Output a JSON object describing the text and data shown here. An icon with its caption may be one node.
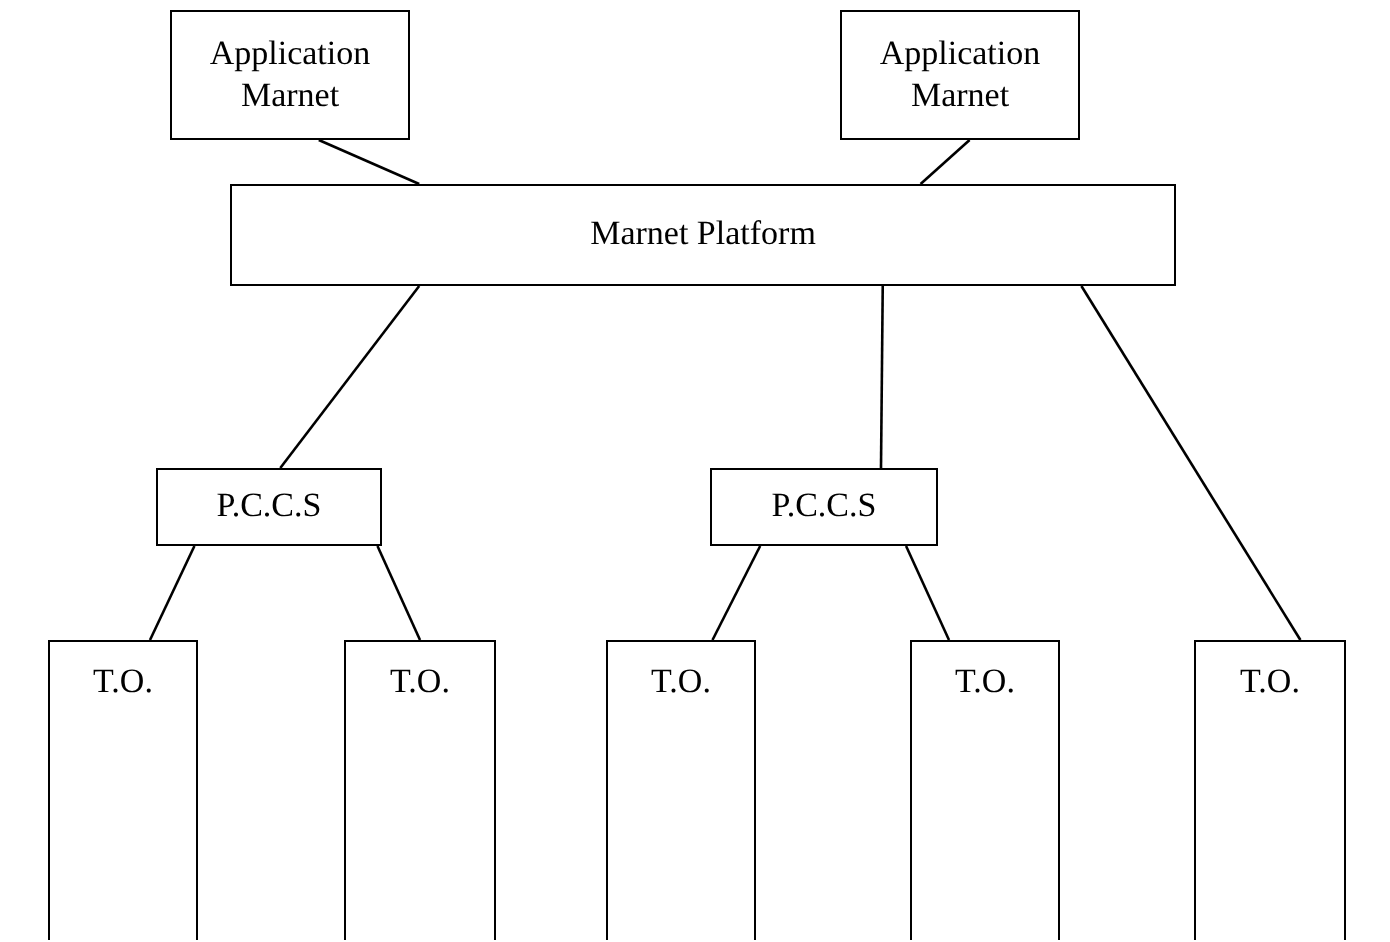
{
  "diagram": {
    "nodes": [
      {
        "text": [
          "Application Marnet"
        ]
      },
      {
        "text": [
          "Application Marnet"
        ]
      },
      {
        "text": [
          "Marnet Platform"
        ]
      },
      {
        "text": [
          "P.C.C.S"
        ]
      },
      {
        "text": [
          "P.C.C.S"
        ]
      },
      {
        "text": [
          "T.O."
        ]
      },
      {
        "text": [
          "T.O."
        ]
      },
      {
        "text": [
          "T.O."
        ]
      },
      {
        "text": [
          "T.O."
        ]
      },
      {
        "text": [
          "T.O."
        ]
      }
    ],
    "edges": [
      {
        "from": 0,
        "to": 2,
        "arrow": "none"
      },
      {
        "from": 1,
        "to": 2,
        "arrow": "none"
      },
      {
        "from": 2,
        "to": 3,
        "arrow": "none"
      },
      {
        "from": 2,
        "to": 4,
        "arrow": "none"
      },
      {
        "from": 2,
        "to": 9,
        "arrow": "none"
      },
      {
        "from": 3,
        "to": 5,
        "arrow": "none"
      },
      {
        "from": 3,
        "to": 6,
        "arrow": "none"
      },
      {
        "from": 4,
        "to": 7,
        "arrow": "none"
      },
      {
        "from": 4,
        "to": 8,
        "arrow": "none"
      }
    ]
  }
}
